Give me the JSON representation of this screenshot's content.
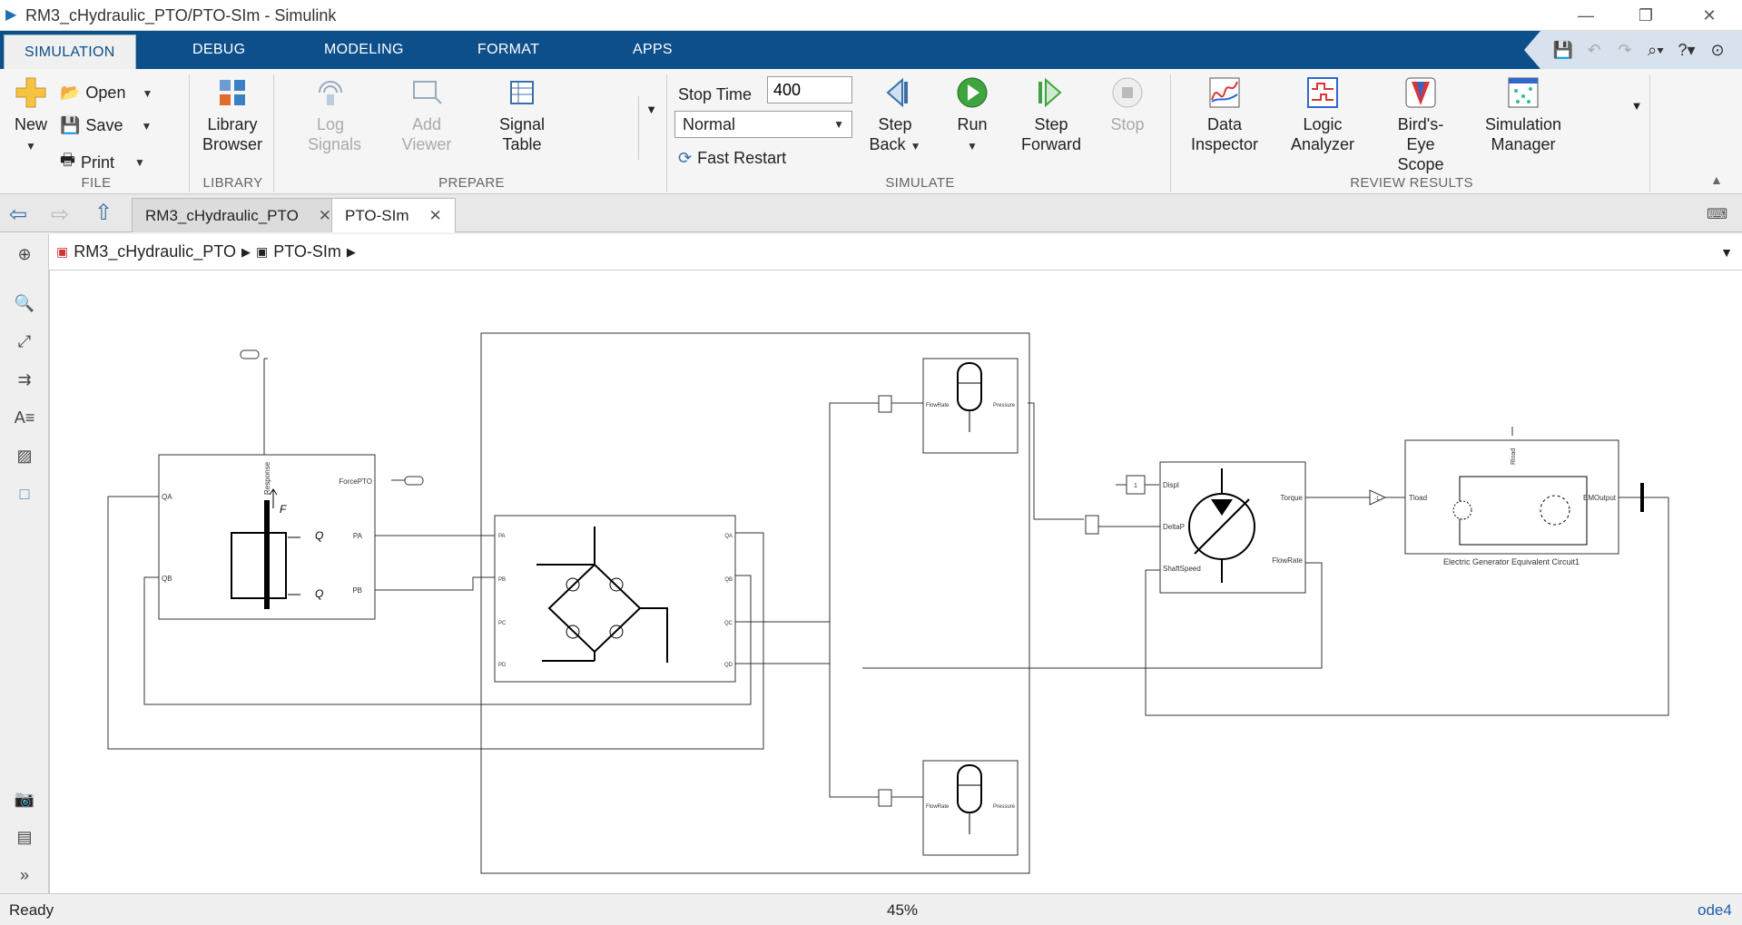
{
  "window": {
    "title": "RM3_cHydraulic_PTO/PTO-SIm - Simulink"
  },
  "ribbon_tabs": [
    "SIMULATION",
    "DEBUG",
    "MODELING",
    "FORMAT",
    "APPS"
  ],
  "groups": {
    "file": {
      "label": "FILE",
      "new": "New",
      "open": "Open",
      "save": "Save",
      "print": "Print"
    },
    "library": {
      "label": "LIBRARY",
      "browser": "Library Browser"
    },
    "prepare": {
      "label": "PREPARE",
      "log_signals": "Log Signals",
      "add_viewer": "Add Viewer",
      "signal_table": "Signal Table"
    },
    "simulate": {
      "label": "SIMULATE",
      "stop_time_label": "Stop Time",
      "stop_time_value": "400",
      "mode": "Normal",
      "fast_restart": "Fast Restart",
      "step_back": "Step Back",
      "run": "Run",
      "step_forward": "Step Forward",
      "stop": "Stop"
    },
    "review": {
      "label": "REVIEW RESULTS",
      "data_inspector": "Data Inspector",
      "logic_analyzer": "Logic Analyzer",
      "birds_eye": "Bird's-Eye Scope",
      "sim_manager": "Simulation Manager"
    }
  },
  "doc_tabs": [
    "RM3_cHydraulic_PTO",
    "PTO-SIm"
  ],
  "breadcrumb": [
    "RM3_cHydraulic_PTO",
    "PTO-SIm"
  ],
  "diagram": {
    "cylinder": {
      "port_qa": "QA",
      "port_qb": "QB",
      "port_pa": "PA",
      "port_pb": "PB",
      "port_force": "ForcePTO",
      "port_response": "Response"
    },
    "valve": {
      "port_pa": "PA",
      "port_pb": "PB",
      "port_pc": "PC",
      "port_pd": "PD",
      "port_qa": "QA",
      "port_qb": "QB",
      "port_qc": "QC",
      "port_qd": "QD"
    },
    "accumulator": {
      "flowrate": "FlowRate",
      "pressure": "Pressure"
    },
    "motor": {
      "displ": "Displ",
      "deltap": "DeltaP",
      "shaftspeed": "ShaftSpeed",
      "torque": "Torque",
      "flowrate": "FlowRate",
      "const": "1"
    },
    "generator": {
      "tload": "Tload",
      "emoutput": "EMOutput",
      "rload": "Rload",
      "caption": "Electric Generator Equivalent Circuit1"
    },
    "gain": "-1"
  },
  "status": {
    "text": "Ready",
    "zoom": "45%",
    "solver": "ode4"
  }
}
